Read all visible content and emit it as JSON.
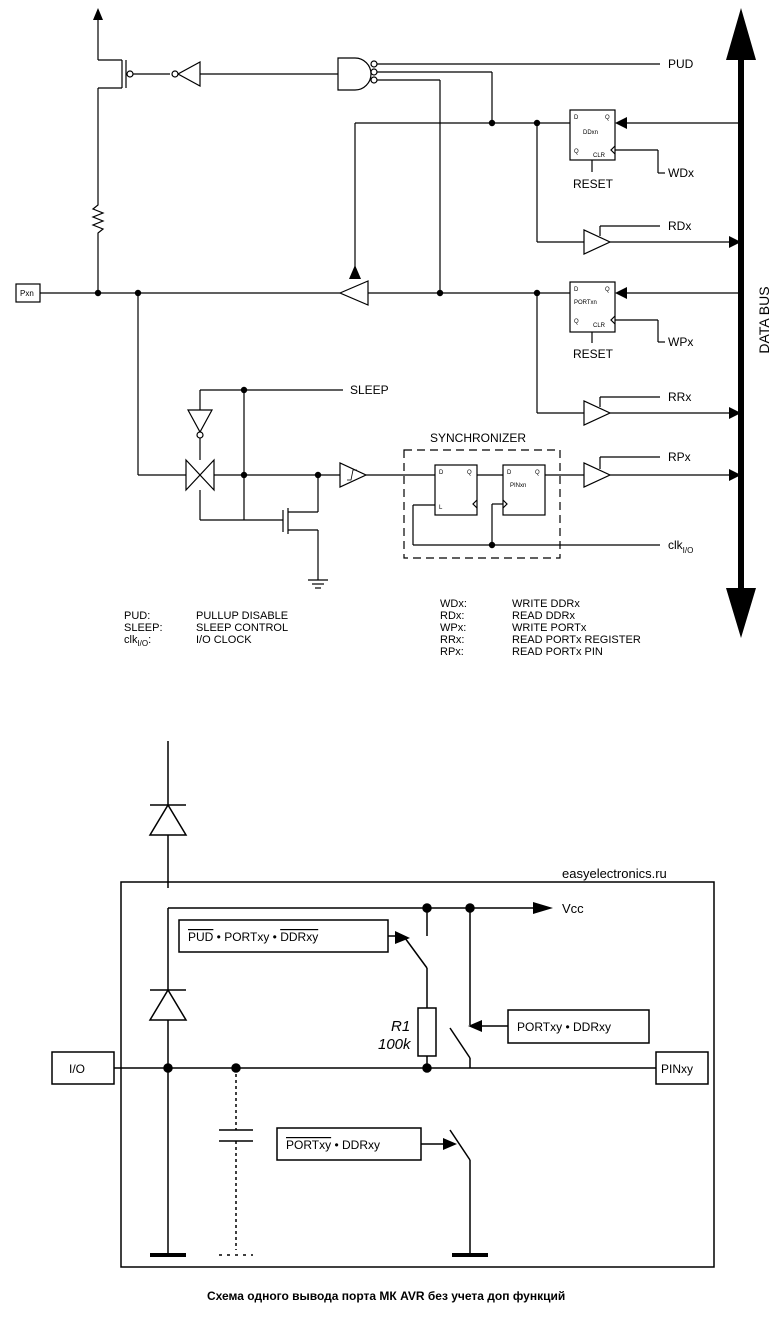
{
  "top": {
    "signals": {
      "pud": "PUD",
      "wdx": "WDx",
      "rdx": "RDx",
      "wpx": "WPx",
      "rrx": "RRx",
      "rpx": "RPx",
      "sleep": "SLEEP",
      "clk": "clk",
      "clk_sub": "I/O",
      "pin": "Pxn",
      "reset1": "RESET",
      "reset2": "RESET",
      "data_bus": "DATA BUS",
      "synchronizer": "SYNCHRONIZER"
    },
    "registers": {
      "ddr": "DDxn",
      "port": "PORTxn",
      "pin": "PINxn",
      "d": "D",
      "q": "Q",
      "qbar": "Q",
      "clr": "CLR",
      "l": "L"
    },
    "legend_left": [
      {
        "key": "PUD:",
        "value": "PULLUP DISABLE"
      },
      {
        "key": "SLEEP:",
        "value": "SLEEP CONTROL"
      },
      {
        "key": "clk",
        "sub": "I/O",
        "suffix": ":",
        "value": "I/O CLOCK"
      }
    ],
    "legend_right": [
      {
        "key": "WDx:",
        "value": "WRITE DDRx"
      },
      {
        "key": "RDx:",
        "value": "READ DDRx"
      },
      {
        "key": "WPx:",
        "value": "WRITE PORTx"
      },
      {
        "key": "RRx:",
        "value": "READ PORTx REGISTER"
      },
      {
        "key": "RPx:",
        "value": "READ PORTx PIN"
      }
    ]
  },
  "bottom": {
    "watermark": "easyelectronics.ru",
    "vcc": "Vcc",
    "pullup_label": {
      "pud": "PUD",
      "dot1": " • PORTxy • ",
      "ddr": "DDRxy"
    },
    "highside_label": "PORTxy • DDRxy",
    "lowside_label": {
      "port": "PORTxy",
      "rest": " • DDRxy"
    },
    "resistor_name": "R1",
    "resistor_value": "100k",
    "io_label": "I/O",
    "pin_label": "PINxy",
    "caption": "Схема одного вывода порта МК AVR без учета доп функций"
  }
}
